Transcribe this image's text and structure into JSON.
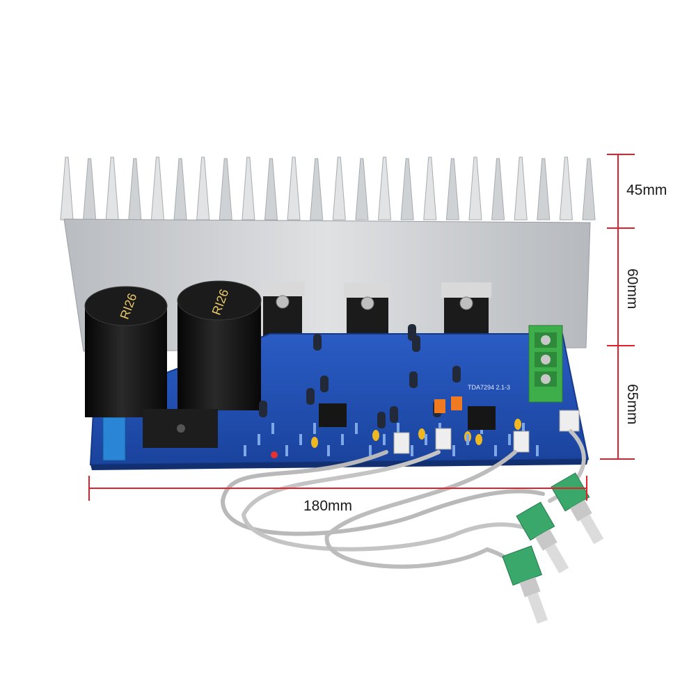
{
  "dimensions": {
    "height_top": "45mm",
    "height_middle": "60mm",
    "height_bottom": "65mm",
    "width": "180mm"
  },
  "product": {
    "capacitor_marking": "RI26",
    "board_marking": "TDA7294 2.1-3"
  },
  "colors": {
    "dimension_line": "#e0202a",
    "pcb": "#1f4fb3",
    "heatsink": "#c9ccd0",
    "terminal": "#3dae4a",
    "capacitor": "#111111",
    "potentiometer": "#3aa86b"
  }
}
